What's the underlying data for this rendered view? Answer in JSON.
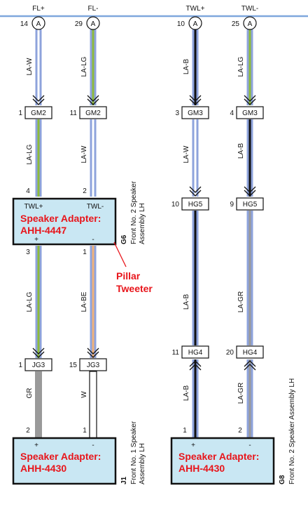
{
  "header": {
    "columns": [
      "FL+",
      "FL-",
      "TWL+",
      "TWL-"
    ]
  },
  "splices": [
    {
      "pin": "14",
      "label": "A"
    },
    {
      "pin": "29",
      "label": "A"
    },
    {
      "pin": "10",
      "label": "A"
    },
    {
      "pin": "25",
      "label": "A"
    }
  ],
  "wires": {
    "w1": "LA-W",
    "w2": "LA-LG",
    "w3": "LA-B",
    "w4": "LA-LG",
    "w5": "LA-LG",
    "w6": "LA-W",
    "w7": "LA-W",
    "w8": "LA-B",
    "w9": "LA-LG",
    "w10": "LA-BE",
    "w11": "LA-B",
    "w12": "LA-GR",
    "w13": "GR",
    "w14": "W",
    "w15": "LA-B",
    "w16": "LA-GR"
  },
  "connectors": {
    "gm2a": {
      "pin": "1",
      "name": "GM2"
    },
    "gm2b": {
      "pin": "11",
      "name": "GM2"
    },
    "gm3a": {
      "pin": "3",
      "name": "GM3"
    },
    "gm3b": {
      "pin": "4",
      "name": "GM3"
    },
    "hg5a": {
      "pin": "10",
      "name": "HG5"
    },
    "hg5b": {
      "pin": "9",
      "name": "HG5"
    },
    "jg3a": {
      "pin": "1",
      "name": "JG3"
    },
    "jg3b": {
      "pin": "15",
      "name": "JG3"
    },
    "hg4a": {
      "pin": "11",
      "name": "HG4"
    },
    "hg4b": {
      "pin": "20",
      "name": "HG4"
    }
  },
  "pins": {
    "g6_a": "4",
    "g6_b": "2",
    "g6_c": "3",
    "g6_d": "1",
    "j1_a": "2",
    "j1_b": "1",
    "g8_a": "1",
    "g8_b": "2"
  },
  "components": {
    "g6": {
      "term_a": "TWL+",
      "term_b": "TWL-",
      "adapter_title": "Speaker Adapter:",
      "adapter_model": "AHH-4447",
      "pol_plus": "+",
      "pol_minus": "-",
      "code": "G6",
      "desc_line1": "Front No. 2 Speaker",
      "desc_line2": "Assembly LH"
    },
    "j1": {
      "pol_plus": "+",
      "pol_minus": "-",
      "adapter_title": "Speaker Adapter:",
      "adapter_model": "AHH-4430",
      "code": "J1",
      "desc_line1": "Front No. 1 Speaker",
      "desc_line2": "Assembly LH"
    },
    "g8": {
      "pol_plus": "+",
      "pol_minus": "-",
      "adapter_title": "Speaker Adapter:",
      "adapter_model": "AHH-4430",
      "code": "G8",
      "desc_line1": "Front No. 2 Speaker Assembly LH"
    }
  },
  "annotation": {
    "line1": "Pillar",
    "line2": "Tweeter"
  },
  "colors": {
    "bus": "#7fa7dd",
    "wire_blue": "#8ea3dc",
    "wire_green": "#8dbb3c",
    "wire_white": "#ffffff",
    "wire_black": "#111111",
    "wire_beige": "#f0b27a",
    "wire_gray": "#9a9a9a",
    "adapter_fill": "#c9e7f3",
    "adapter_text": "#e8151b"
  }
}
